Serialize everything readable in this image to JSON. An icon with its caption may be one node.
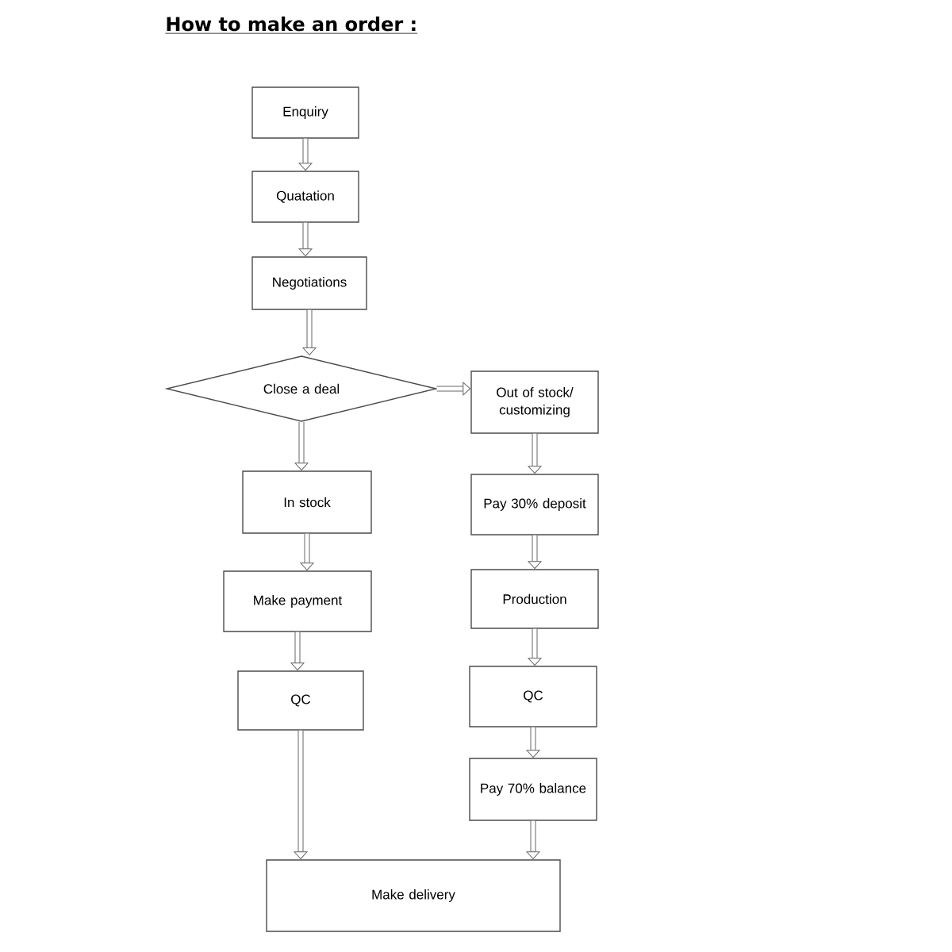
{
  "diagram": {
    "title": "How to make an order :",
    "nodes": [
      {
        "text": [
          "Enquiry"
        ]
      },
      {
        "text": [
          "Quatation"
        ]
      },
      {
        "text": [
          "Negotiations"
        ]
      },
      {
        "text": [
          "Close a deal"
        ]
      },
      {
        "text": [
          "Out of stock/ customizing"
        ]
      },
      {
        "text": [
          "In stock"
        ]
      },
      {
        "text": [
          "Pay 30% deposit"
        ]
      },
      {
        "text": [
          "Make payment"
        ]
      },
      {
        "text": [
          "Production"
        ]
      },
      {
        "text": [
          "QC"
        ]
      },
      {
        "text": [
          "QC"
        ]
      },
      {
        "text": [
          "Pay 70% balance"
        ]
      },
      {
        "text": [
          "Make delivery"
        ]
      }
    ],
    "edges": [
      {
        "from": 0,
        "to": 1,
        "arrow": "to"
      },
      {
        "from": 1,
        "to": 2,
        "arrow": "to"
      },
      {
        "from": 2,
        "to": 3,
        "arrow": "to"
      },
      {
        "from": 3,
        "to": 4,
        "arrow": "to"
      },
      {
        "from": 3,
        "to": 5,
        "arrow": "to"
      },
      {
        "from": 4,
        "to": 6,
        "arrow": "to"
      },
      {
        "from": 5,
        "to": 7,
        "arrow": "to"
      },
      {
        "from": 6,
        "to": 8,
        "arrow": "to"
      },
      {
        "from": 7,
        "to": 9,
        "arrow": "to"
      },
      {
        "from": 8,
        "to": 10,
        "arrow": "to"
      },
      {
        "from": 10,
        "to": 11,
        "arrow": "to"
      },
      {
        "from": 9,
        "to": 12,
        "arrow": "to"
      },
      {
        "from": 11,
        "to": 12,
        "arrow": "to"
      }
    ]
  }
}
